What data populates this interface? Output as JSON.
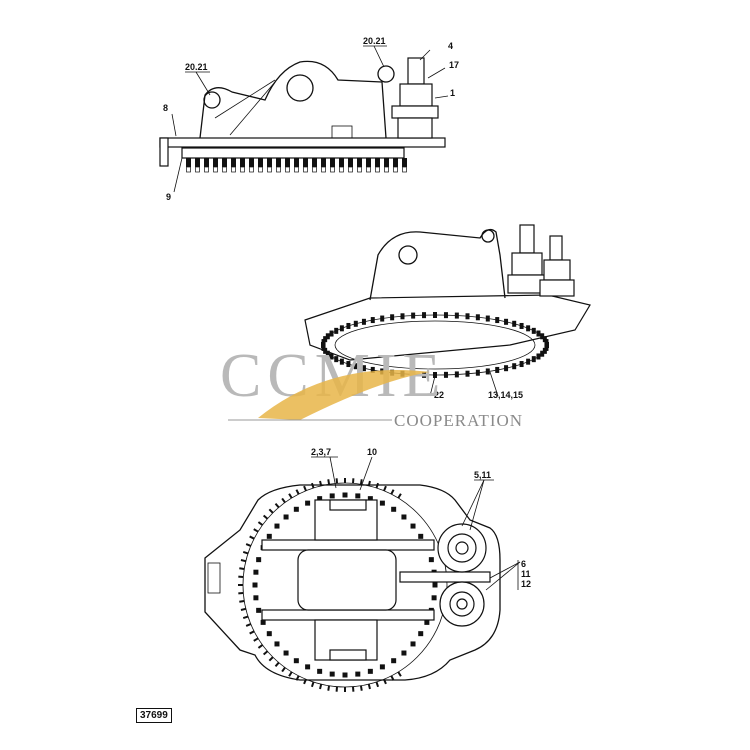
{
  "views": {
    "side": {
      "callouts": {
        "c_2021_left": "20.21",
        "c_2021_right": "20.21",
        "c4": "4",
        "c17": "17",
        "c1": "1",
        "c8": "8",
        "c9": "9"
      }
    },
    "iso": {
      "callouts": {
        "c22": "22",
        "c131415": "13,14,15"
      }
    },
    "top": {
      "callouts": {
        "c237": "2,3,7",
        "c10": "10",
        "c511": "5,11",
        "c6": "6",
        "c11": "11",
        "c12": "12"
      }
    }
  },
  "watermark": {
    "brand": "CCMIE",
    "tagline": "COOPERATION",
    "swoosh_color": "#e8b548"
  },
  "drawing_id": "37699"
}
